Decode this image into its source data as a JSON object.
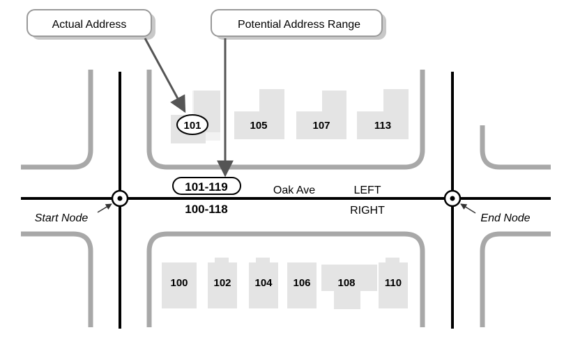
{
  "callouts": {
    "actual_address": "Actual Address",
    "potential_address_range": "Potential Address Range"
  },
  "street": {
    "name": "Oak Ave",
    "left_label": "LEFT",
    "right_label": "RIGHT",
    "left_range": "101-119",
    "right_range": "100-118"
  },
  "nodes": {
    "start": "Start Node",
    "end": "End Node"
  },
  "addresses_north": [
    "101",
    "105",
    "107",
    "113"
  ],
  "addresses_south": [
    "100",
    "102",
    "104",
    "106",
    "108",
    "110"
  ]
}
